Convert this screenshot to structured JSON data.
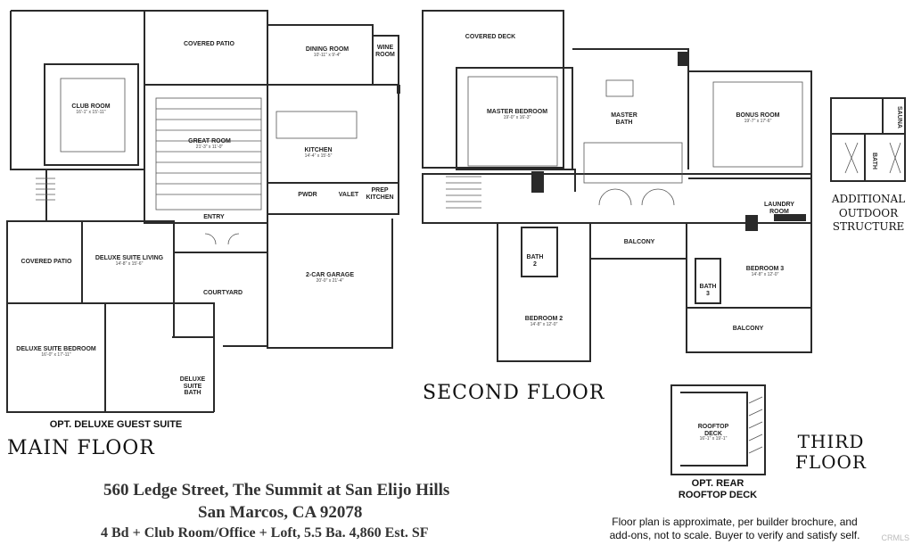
{
  "main_floor": {
    "title": "MAIN FLOOR",
    "guest_suite_caption": "OPT. DELUXE GUEST SUITE",
    "rooms": {
      "covered_patio_top": {
        "name": "COVERED PATIO",
        "dim": ""
      },
      "dining": {
        "name": "DINING ROOM",
        "dim": "10'-11\" x 9'-4\""
      },
      "wine": {
        "name": "WINE ROOM",
        "dim": ""
      },
      "club": {
        "name": "CLUB ROOM",
        "dim": "16'-1\" x 15'-11\""
      },
      "great": {
        "name": "GREAT ROOM",
        "dim": "21'-3\" x 11'-0\""
      },
      "kitchen": {
        "name": "KITCHEN",
        "dim": "14'-4\" x 15'-5\""
      },
      "pwdr": {
        "name": "PWDR",
        "dim": ""
      },
      "valet": {
        "name": "VALET",
        "dim": ""
      },
      "prep": {
        "name": "PREP KITCHEN",
        "dim": ""
      },
      "entry": {
        "name": "ENTRY",
        "dim": ""
      },
      "covered_patio_left": {
        "name": "COVERED PATIO",
        "dim": ""
      },
      "suite_living": {
        "name": "DELUXE SUITE LIVING",
        "dim": "14'-8\" x 15'-6\""
      },
      "courtyard": {
        "name": "COURTYARD",
        "dim": ""
      },
      "garage": {
        "name": "2-CAR GARAGE",
        "dim": "20'-0\" x 21'-4\""
      },
      "suite_bedroom": {
        "name": "DELUXE SUITE BEDROOM",
        "dim": "16'-0\" x 17'-11\""
      },
      "suite_bath": {
        "name": "DELUXE SUITE BATH",
        "dim": ""
      }
    }
  },
  "second_floor": {
    "title": "SECOND FLOOR",
    "rooms": {
      "covered_deck": {
        "name": "COVERED DECK",
        "dim": ""
      },
      "master_bedroom": {
        "name": "MASTER BEDROOM",
        "dim": "19'-0\" x 16'-3\""
      },
      "master_bath": {
        "name": "MASTER BATH",
        "dim": ""
      },
      "bonus": {
        "name": "BONUS ROOM",
        "dim": "19'-7\" x 17'-6\""
      },
      "laundry": {
        "name": "LAUNDRY ROOM",
        "dim": ""
      },
      "balcony_mid": {
        "name": "BALCONY",
        "dim": ""
      },
      "bath2": {
        "name": "BATH 2",
        "dim": ""
      },
      "bedroom3": {
        "name": "BEDROOM 3",
        "dim": "14'-8\" x 12'-0\""
      },
      "bath3": {
        "name": "BATH 3",
        "dim": ""
      },
      "bedroom2": {
        "name": "BEDROOM 2",
        "dim": "14'-8\" x 12'-0\""
      },
      "balcony_right": {
        "name": "BALCONY",
        "dim": ""
      }
    }
  },
  "third_floor": {
    "title_line1": "THIRD",
    "title_line2": "FLOOR",
    "rooftop": {
      "name": "ROOFTOP DECK",
      "dim": "16'-1\" x 19'-1\""
    },
    "caption_line1": "OPT. REAR",
    "caption_line2": "ROOFTOP DECK"
  },
  "outdoor_structure": {
    "sauna": "SAUNA",
    "bath": "BATH",
    "caption_line1": "ADDITIONAL",
    "caption_line2": "OUTDOOR",
    "caption_line3": "STRUCTURE"
  },
  "address": {
    "line1": "560 Ledge Street, The Summit at San Elijo Hills",
    "line2": "San Marcos, CA 92078",
    "line3": "4 Bd + Club Room/Office + Loft, 5.5 Ba.  4,860 Est. SF"
  },
  "disclaimer": {
    "line1": "Floor plan is approximate, per builder brochure, and",
    "line2": "add-ons, not to scale. Buyer to verify and satisfy self."
  },
  "watermark": "CRMLS"
}
